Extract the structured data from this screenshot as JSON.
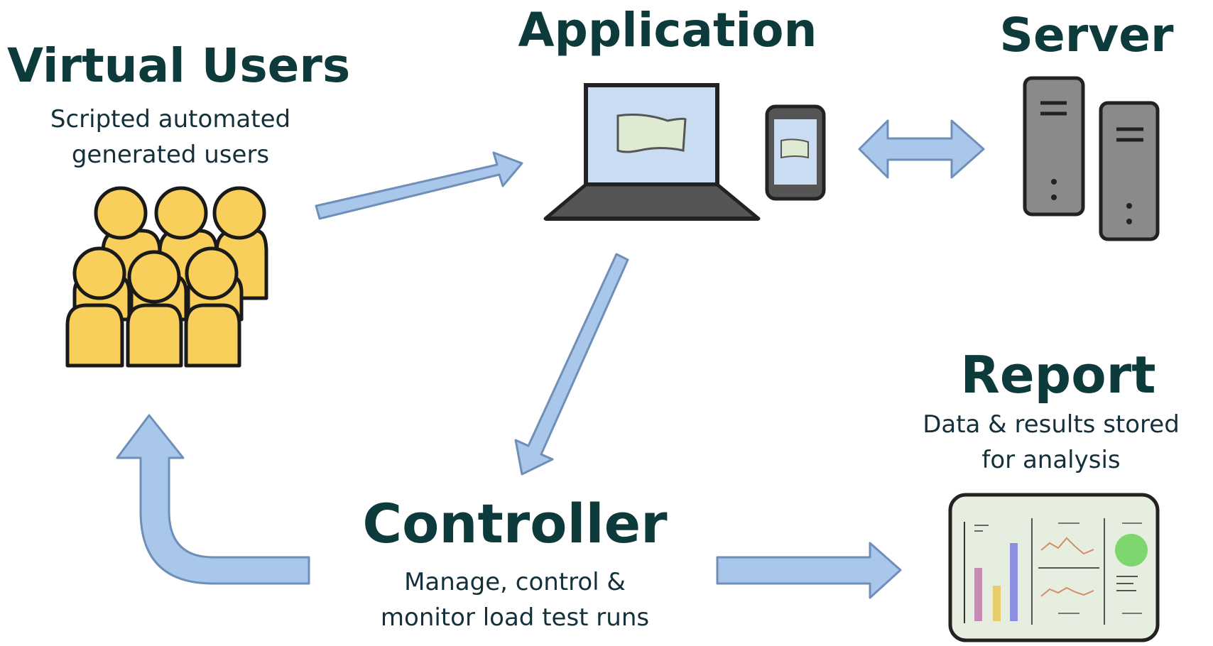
{
  "virtual_users": {
    "title": "Virtual Users",
    "subtitle_line1": "Scripted automated",
    "subtitle_line2": "generated users"
  },
  "application": {
    "title": "Application"
  },
  "server": {
    "title": "Server"
  },
  "report": {
    "title": "Report",
    "subtitle_line1": "Data & results stored",
    "subtitle_line2": "for analysis"
  },
  "controller": {
    "title": "Controller",
    "subtitle_line1": "Manage, control &",
    "subtitle_line2": "monitor load test runs"
  },
  "colors": {
    "heading": "#0d3a3a",
    "arrow_fill": "#a9c7ea",
    "arrow_stroke": "#6f8fb8",
    "user_fill": "#f7cf5a",
    "screen_fill": "#c9dcf2",
    "device_dark": "#444444",
    "server_fill": "#8a8a8a",
    "report_bg": "#e6eee0"
  },
  "icons": [
    "users-group-icon",
    "laptop-icon",
    "phone-icon",
    "server-icon",
    "report-dashboard-icon"
  ]
}
